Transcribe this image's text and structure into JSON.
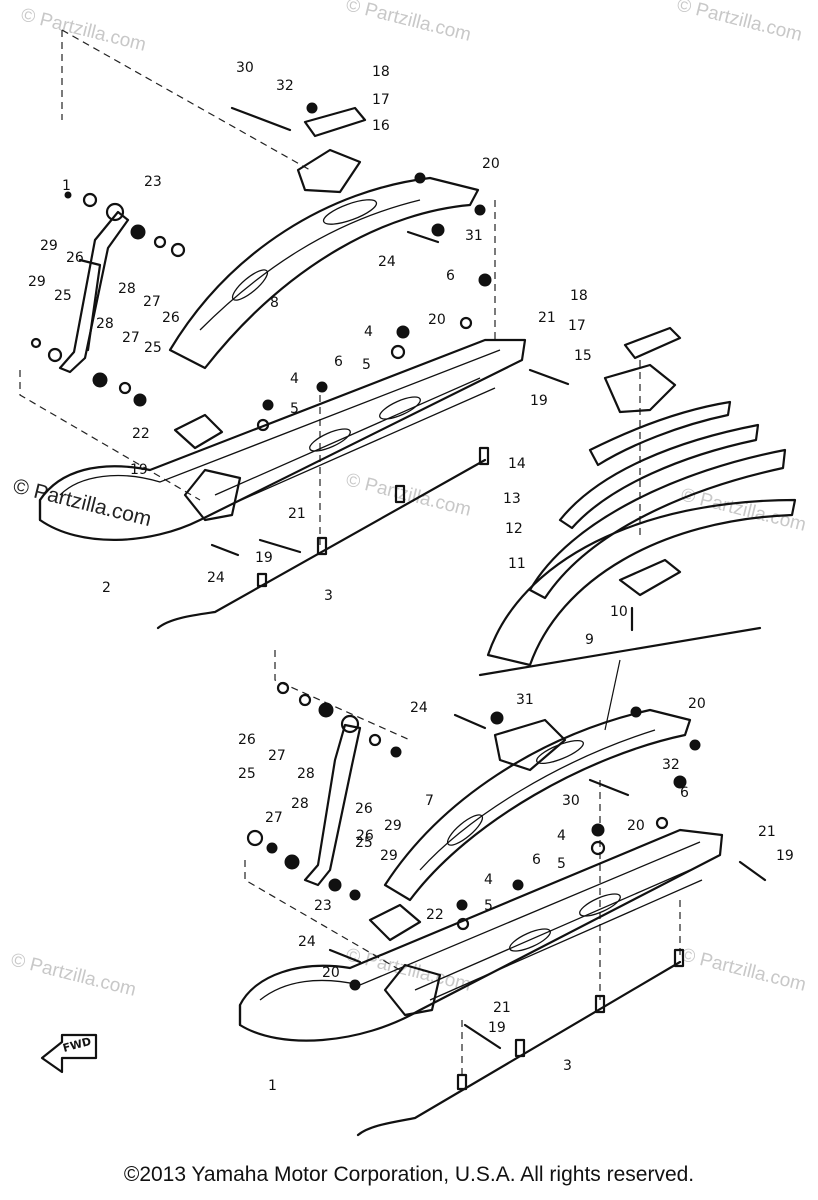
{
  "watermark": {
    "text": "© Partzilla.com",
    "text_overlay": "© Partzilla.com"
  },
  "fwd_label": "FWD",
  "callouts": {
    "top": [
      "30",
      "32",
      "18",
      "17",
      "16",
      "20",
      "23",
      "1",
      "29",
      "26",
      "28",
      "27",
      "26",
      "31",
      "24",
      "6",
      "8",
      "29",
      "25",
      "28",
      "27",
      "25",
      "20",
      "4",
      "5",
      "6",
      "4",
      "5",
      "21",
      "19",
      "18",
      "17",
      "15",
      "22",
      "19",
      "14",
      "13",
      "12",
      "11",
      "21",
      "19",
      "24",
      "2",
      "3",
      "10",
      "9"
    ],
    "bottom": [
      "24",
      "31",
      "20",
      "26",
      "27",
      "28",
      "26",
      "30",
      "32",
      "6",
      "7",
      "25",
      "27",
      "28",
      "29",
      "26",
      "25",
      "29",
      "23",
      "20",
      "4",
      "5",
      "6",
      "4",
      "5",
      "22",
      "21",
      "19",
      "24",
      "20",
      "21",
      "19",
      "3",
      "1"
    ]
  },
  "copyright": "©2013 Yamaha Motor Corporation, U.S.A. All rights reserved."
}
